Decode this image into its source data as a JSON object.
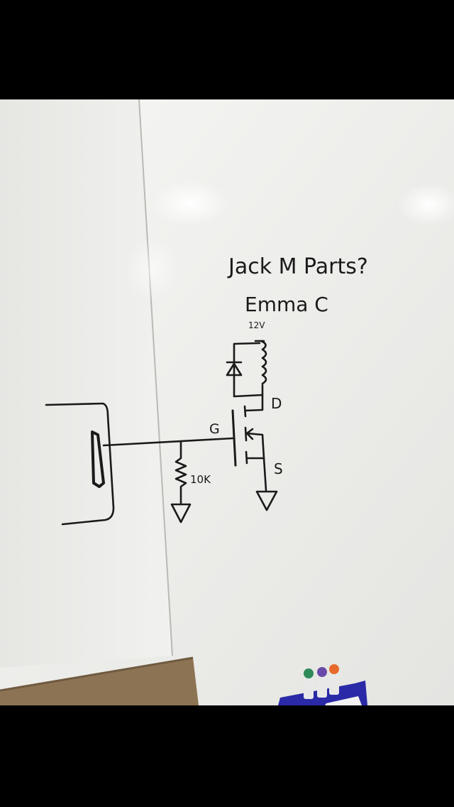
{
  "photo": {
    "subject": "whiteboard-circuit-sketch",
    "whiteboard_text": {
      "line1": "Jack M Parts?",
      "line2": "Emma C"
    },
    "labels": {
      "supply": "12V",
      "drain": "D",
      "gate": "G",
      "source": "S",
      "resistor": "10K"
    },
    "marker_colors": [
      "#2f8a5a",
      "#6a4aa8",
      "#e86a2a"
    ],
    "tray_color": "#2a2aa8"
  }
}
